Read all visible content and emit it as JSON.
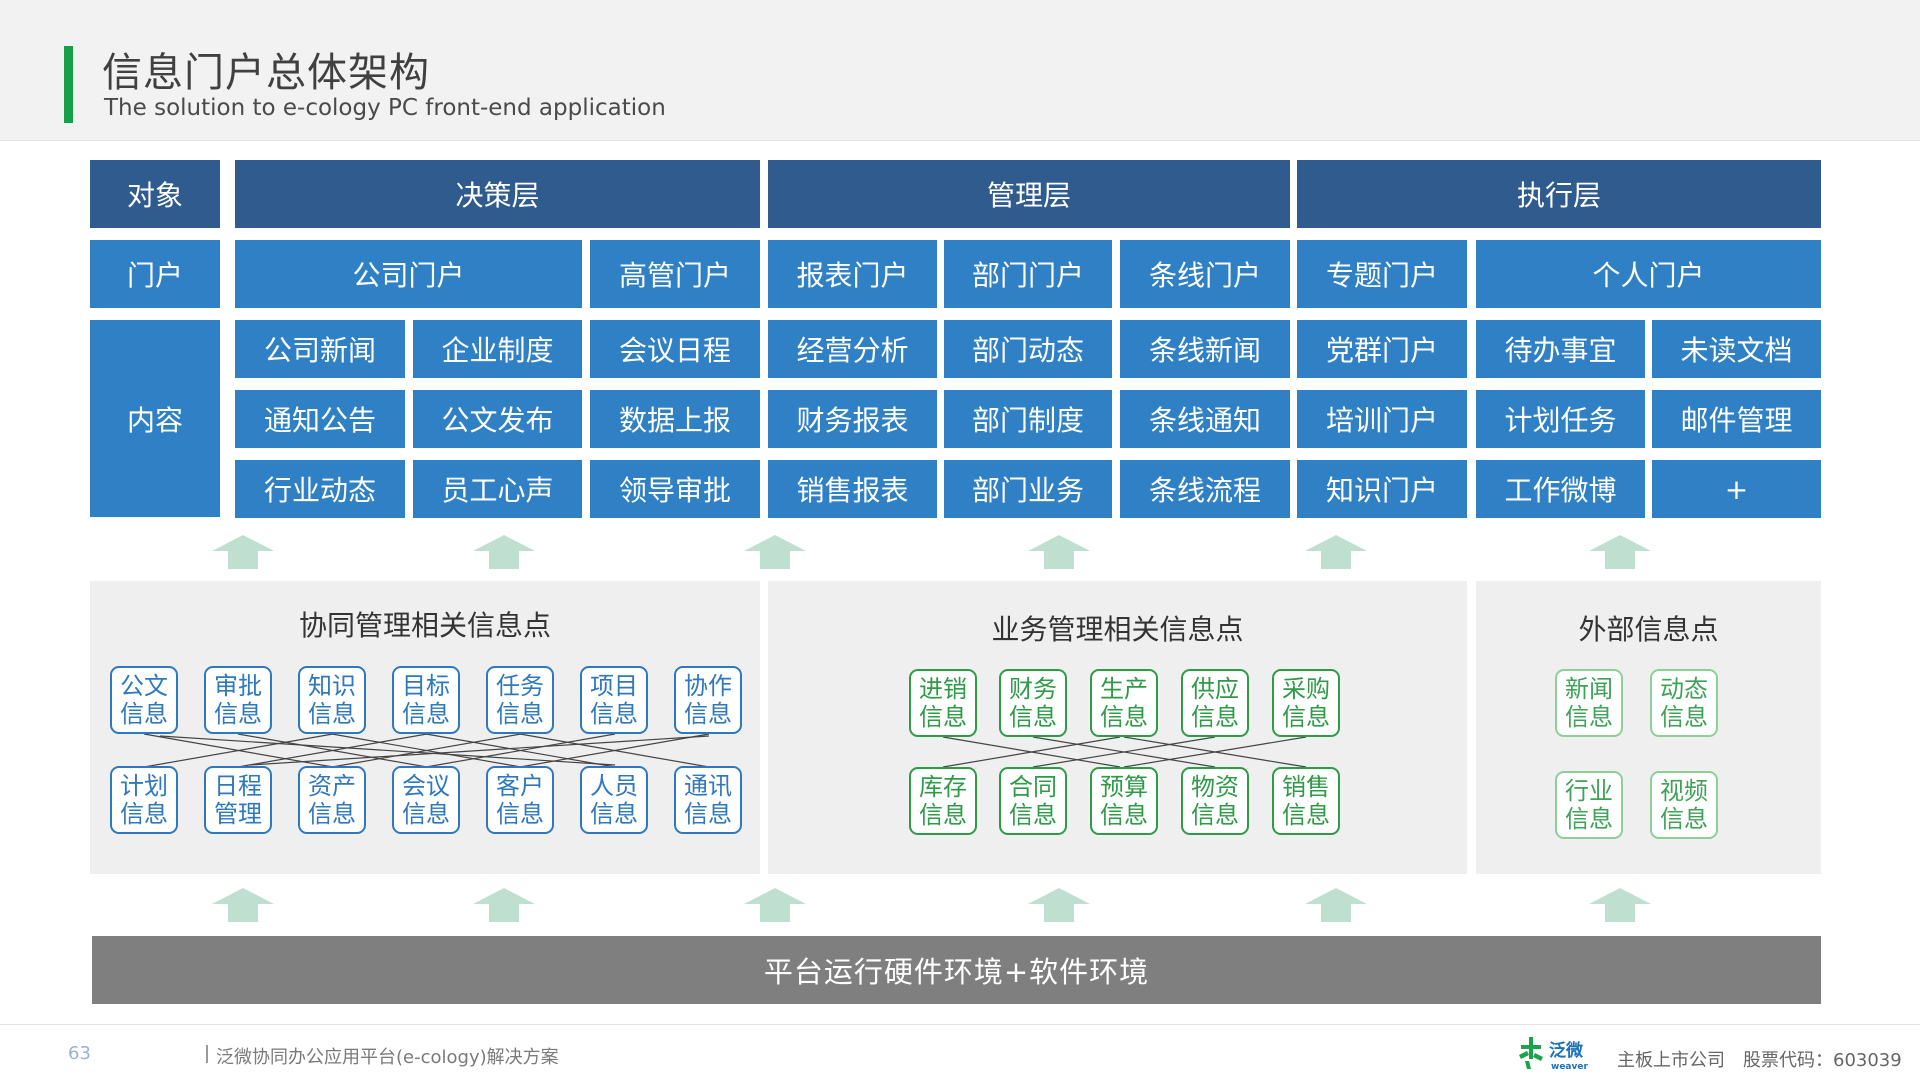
{
  "header": {
    "title": "信息门户总体架构",
    "subtitle": "The solution to e-cology PC front-end application"
  },
  "colors": {
    "accent": "#15a04a",
    "layer_dark": "#2f5b8f",
    "cell_blue": "#2f80c5",
    "green": "#2e9b47",
    "arrow": "#bfe0d0"
  },
  "rows": {
    "layer_label": "对象",
    "layers": [
      "决策层",
      "管理层",
      "执行层"
    ],
    "portal_label": "门户",
    "portals": [
      "公司门户",
      "高管门户",
      "报表门户",
      "部门门户",
      "条线门户",
      "专题门户",
      "个人门户"
    ],
    "content_label": "内容",
    "content": [
      [
        "公司新闻",
        "企业制度",
        "会议日程",
        "经营分析",
        "部门动态",
        "条线新闻",
        "党群门户",
        "待办事宜",
        "未读文档"
      ],
      [
        "通知公告",
        "公文发布",
        "数据上报",
        "财务报表",
        "部门制度",
        "条线通知",
        "培训门户",
        "计划任务",
        "邮件管理"
      ],
      [
        "行业动态",
        "员工心声",
        "领导审批",
        "销售报表",
        "部门业务",
        "条线流程",
        "知识门户",
        "工作微博",
        "+"
      ]
    ]
  },
  "panels": {
    "collab": {
      "title": "协同管理相关信息点",
      "top": [
        "公文\n信息",
        "审批\n信息",
        "知识\n信息",
        "目标\n信息",
        "任务\n信息",
        "项目\n信息",
        "协作\n信息"
      ],
      "bottom": [
        "计划\n信息",
        "日程\n管理",
        "资产\n信息",
        "会议\n信息",
        "客户\n信息",
        "人员\n信息",
        "通讯\n信息"
      ]
    },
    "business": {
      "title": "业务管理相关信息点",
      "top": [
        "进销\n信息",
        "财务\n信息",
        "生产\n信息",
        "供应\n信息",
        "采购\n信息"
      ],
      "bottom": [
        "库存\n信息",
        "合同\n信息",
        "预算\n信息",
        "物资\n信息",
        "销售\n信息"
      ]
    },
    "external": {
      "title": "外部信息点",
      "top": [
        "新闻\n信息",
        "动态\n信息"
      ],
      "bottom": [
        "行业\n信息",
        "视频\n信息"
      ]
    }
  },
  "platform": "平台运行硬件环境+软件环境",
  "footer": {
    "page": "63",
    "doc_title": "泛微协同办公应用平台(e-cology)解决方案",
    "logo_text": "泛微",
    "logo_sub": "weaver",
    "listed": "主板上市公司",
    "stock": "股票代码：603039"
  }
}
